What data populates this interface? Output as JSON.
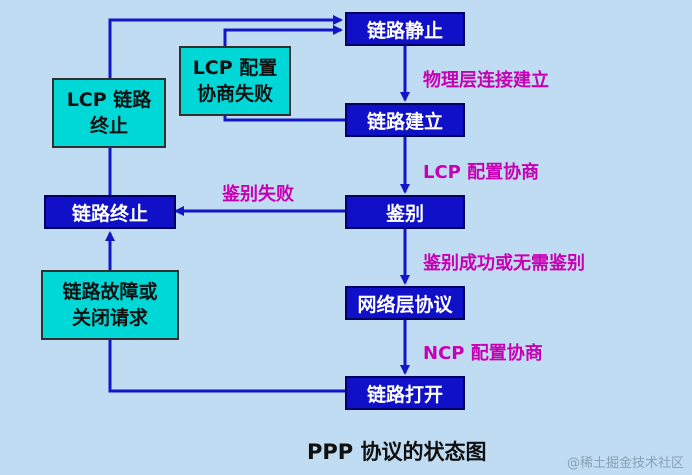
{
  "states": {
    "dead": "链路静止",
    "establish": "链路建立",
    "auth": "鉴别",
    "network": "网络层协议",
    "open": "链路打开",
    "terminate": "链路终止"
  },
  "conditions": {
    "lcp_config_fail": "LCP 配置\n协商失败",
    "lcp_link_terminate": "LCP 链路\n终止",
    "link_fault_or_close": "链路故障或\n关闭请求"
  },
  "transitions": {
    "physical_up": "物理层连接建立",
    "lcp_negotiate": "LCP 配置协商",
    "auth_success": "鉴别成功或无需鉴别",
    "ncp_negotiate": "NCP 配置协商",
    "auth_fail": "鉴别失败"
  },
  "caption": "PPP 协议的状态图",
  "watermark": "@稀土掘金技术社区",
  "colors": {
    "state_box": "#0f10c8",
    "condition_box": "#00d8d8",
    "transition_label": "#c800b4",
    "arrow": "#1515c8",
    "background": "#c0dcf2"
  }
}
